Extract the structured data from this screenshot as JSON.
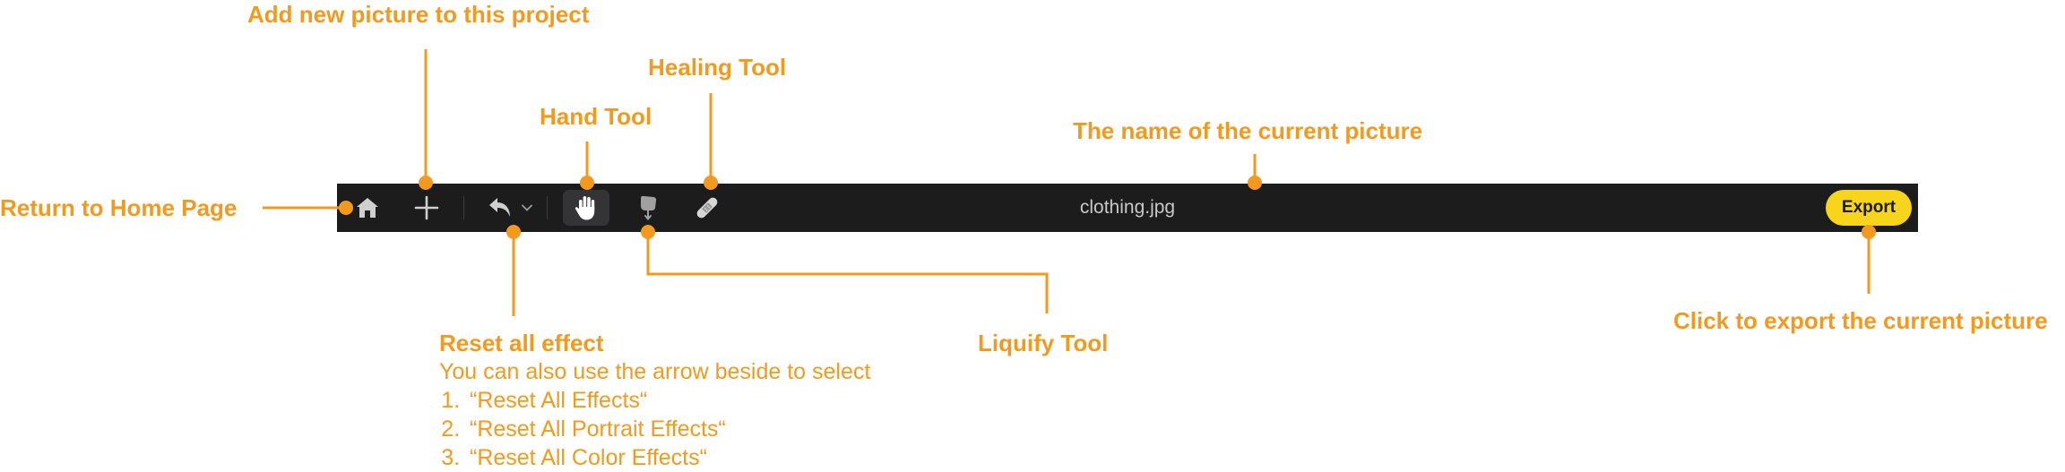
{
  "colors": {
    "accent": "#F39A1E",
    "toolbar_bg": "#1c1c1d",
    "export_bg": "#F8D41B"
  },
  "toolbar": {
    "icons": {
      "home": "home-icon",
      "add": "plus-icon",
      "undo": "undo-arrow-icon",
      "undo_menu": "chevron-down-icon",
      "hand": "hand-icon",
      "liquify": "liquify-finger-icon",
      "healing": "bandage-icon"
    },
    "active_tool": "Hand Tool",
    "file_name": "clothing.jpg",
    "export_label": "Export"
  },
  "annotations": {
    "home": "Return to Home Page",
    "add": "Add new picture to this project",
    "hand": "Hand Tool",
    "healing": "Healing Tool",
    "name": "The name of the current picture",
    "reset_title": "Reset all effect",
    "reset_desc": "You can also use the arrow beside to select",
    "reset_options": [
      "“Reset All Effects“",
      "“Reset All Portrait Effects“",
      "“Reset All Color Effects“"
    ],
    "liquify": "Liquify Tool",
    "export": "Click to export the current picture"
  }
}
